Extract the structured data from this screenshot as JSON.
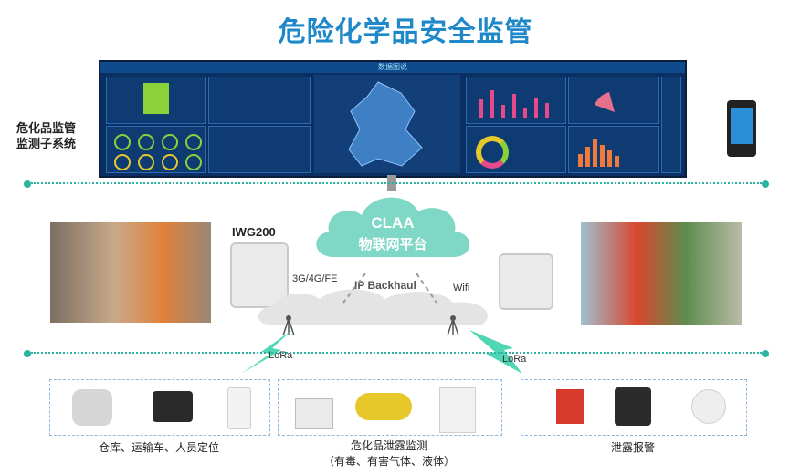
{
  "title": "危险化学品安全监管",
  "monitor_system_label_line1": "危化品监管",
  "monitor_system_label_line2": "监测子系统",
  "dashboard_header": "数据图说",
  "gateway_name": "IWG200",
  "platform_name": "CLAA",
  "platform_subtitle": "物联网平台",
  "link_cellular": "3G/4G/FE",
  "link_backhaul": "IP Backhaul",
  "link_wifi": "Wifi",
  "lora_left": "LoRa",
  "lora_right": "LoRa",
  "device_groups": [
    {
      "caption": "仓库、运输车、人员定位"
    },
    {
      "caption": "危化品泄露监测",
      "caption_line2": "（有毒、有害气体、液体）"
    },
    {
      "caption": "泄露报警"
    }
  ],
  "colors": {
    "title": "#1e88c8",
    "cloud": "#7fd7c6",
    "lora": "#4fd6b4",
    "dotline": "#2ab3a1"
  }
}
